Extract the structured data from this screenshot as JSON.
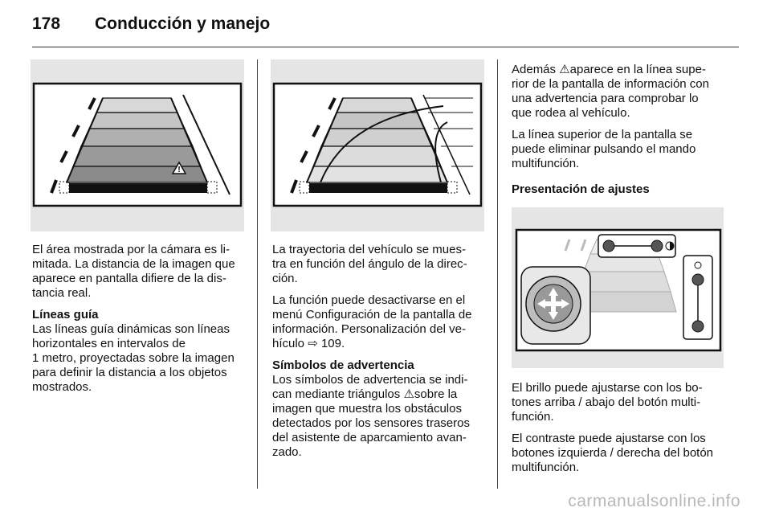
{
  "header": {
    "page_number": "178",
    "title": "Conducción y manejo"
  },
  "col1": {
    "p1": "El área mostrada por la cámara es li-mitada. La distancia de la imagen que aparece en pantalla difiere de la dis-tancia real.",
    "p1_lines": [
      "El área mostrada por la cámara es li-",
      "mitada. La distancia de la imagen que",
      "aparece en pantalla difiere de la dis-",
      "tancia real."
    ],
    "heading": "Líneas guía",
    "p2_lines": [
      "Las líneas guía dinámicas son líneas",
      "horizontales en intervalos de",
      "1 metro, proyectadas sobre la imagen",
      "para definir la distancia a los objetos",
      "mostrados."
    ]
  },
  "col2": {
    "p1_lines": [
      "La trayectoria del vehículo se mues-",
      "tra en función del ángulo de la direc-",
      "ción."
    ],
    "p2_lines": [
      "La función puede desactivarse en el",
      "menú Configuración de la pantalla de",
      "información. Personalización del ve-"
    ],
    "p2_last_prefix": "hículo ",
    "p2_ref_icon": "⇨",
    "p2_ref": "109.",
    "heading": "Símbolos de advertencia",
    "p3_lines": [
      "Los símbolos de advertencia se indi-"
    ],
    "p3_tri_prefix": "can mediante triángulos ",
    "p3_tri_icon": "⚠",
    "p3_tri_suffix": "sobre la",
    "p3_rest": [
      "imagen que muestra los obstáculos",
      "detectados por los sensores traseros",
      "del asistente de aparcamiento avan-",
      "zado."
    ]
  },
  "col3": {
    "p1_prefix": "Además ",
    "p1_icon": "⚠",
    "p1_first": "aparece en la línea supe-",
    "p1_rest": [
      "rior de la pantalla de información con",
      "una advertencia para comprobar lo",
      "que rodea al vehículo."
    ],
    "p2_lines": [
      "La línea superior de la pantalla se",
      "puede eliminar pulsando el mando",
      "multifunción."
    ],
    "heading": "Presentación de ajustes",
    "p3_lines": [
      "El brillo puede ajustarse con los bo-",
      "tones arriba / abajo del botón multi-",
      "función."
    ],
    "p4_lines": [
      "El contraste puede ajustarse con los",
      "botones izquierda / derecha del botón",
      "multifunción."
    ]
  },
  "watermark": "carmanualsonline.info",
  "colors": {
    "figure_bg": "#e5e5e5",
    "band_dark": "#8a8a8a",
    "band_light": "#d6d6d6"
  }
}
